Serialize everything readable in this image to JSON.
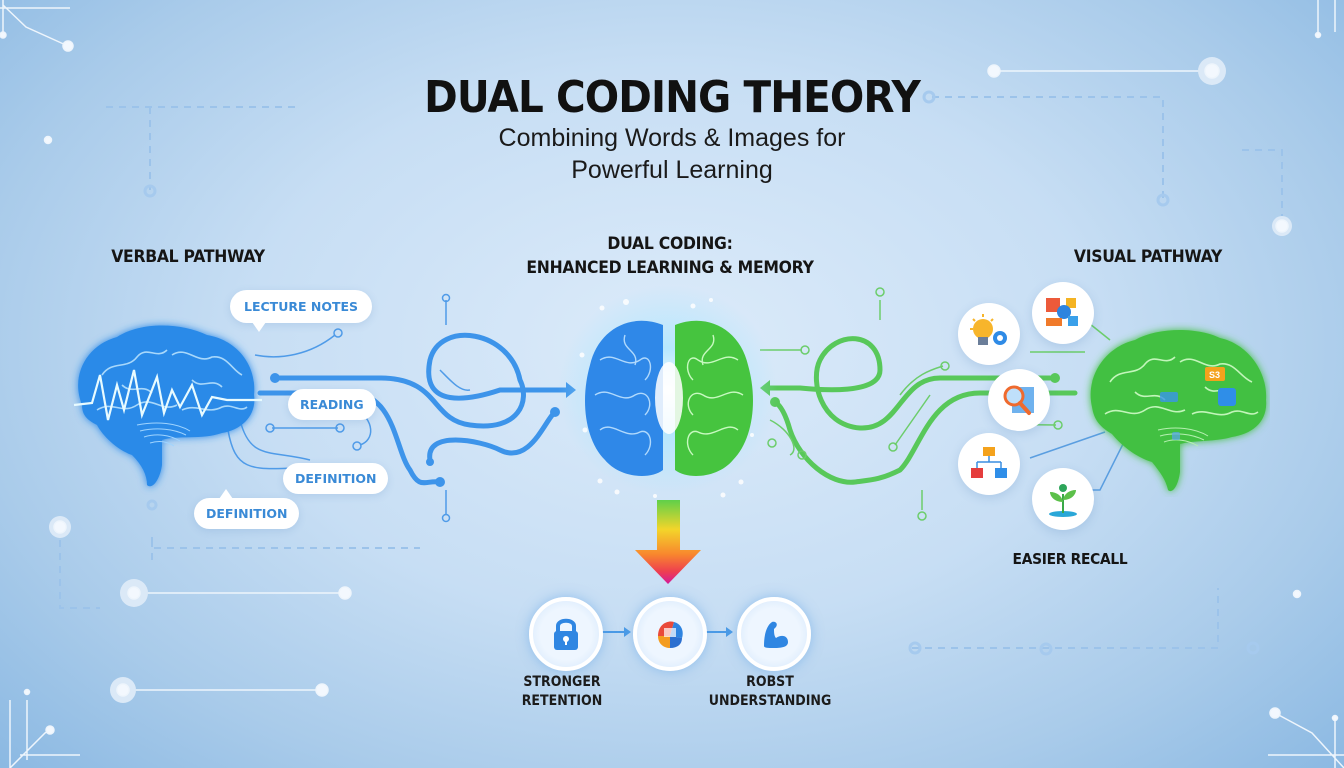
{
  "header": {
    "title": "DUAL CODING THEORY",
    "subtitle_line1": "Combining Words & Images for",
    "subtitle_line2": "Powerful Learning"
  },
  "verbal": {
    "heading": "VERBAL PATHWAY",
    "color": "#2f8be6",
    "labels": [
      "LECTURE NOTES",
      "READING",
      "DEFINITION",
      "DEFINITION"
    ],
    "icon": "blue-brain-icon"
  },
  "center": {
    "heading_line1": "DUAL CODING:",
    "heading_line2": "ENHANCED LEARNING & MEMORY",
    "icon": "split-brain-icon",
    "arrow_icon": "gradient-down-arrow-icon"
  },
  "visual": {
    "heading": "VISUAL PATHWAY",
    "color": "#4cc94c",
    "icons": [
      "lightbulb-gear-icon",
      "diagram-shapes-icon",
      "magnifier-icon",
      "flowchart-icon",
      "sprout-icon"
    ],
    "caption": "EASIER RECALL",
    "brain_icon": "green-brain-icon"
  },
  "outcomes": {
    "items": [
      {
        "icon": "lock-icon",
        "label_line1": "STRONGER",
        "label_line2": "RETENTION"
      },
      {
        "icon": "colorful-head-icon",
        "label_line1": "",
        "label_line2": ""
      },
      {
        "icon": "flexed-arm-icon",
        "label_line1": "ROBST",
        "label_line2": "UNDERSTANDING"
      }
    ]
  },
  "colors": {
    "background": "#c7def4",
    "verbal_blue": "#2f8be6",
    "visual_green": "#4cc94c",
    "pill_text": "#3a8ad6"
  }
}
